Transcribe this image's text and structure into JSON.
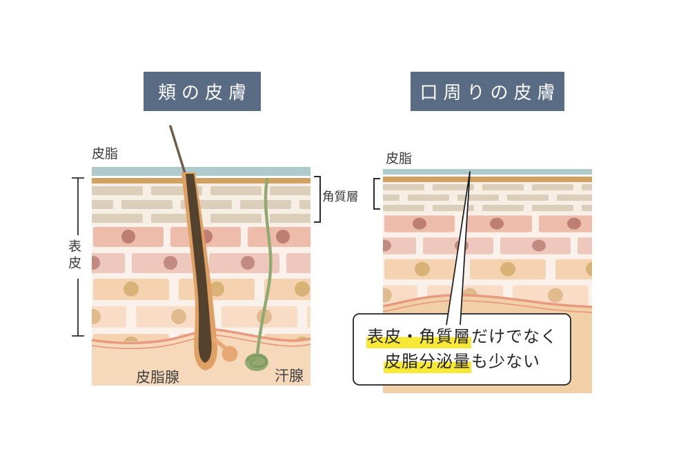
{
  "titles": {
    "left": "頬の皮膚",
    "right": "口周りの皮膚"
  },
  "labels": {
    "sebum_left": "皮脂",
    "sebum_right": "皮脂",
    "stratum_corneum": "角質層",
    "epidermis": "表皮",
    "sebaceous_gland": "皮脂腺",
    "sweat_gland": "汗腺"
  },
  "callout": {
    "line1_highlight": "表皮・角質層",
    "line1_rest": "だけでなく",
    "line2_highlight": "皮脂分泌量",
    "line2_rest": "も少ない"
  },
  "colors": {
    "title_box": "#5a6b84",
    "title_text": "#fbfbfb",
    "sebum_band": "#aecaca",
    "surface_line": "#cfa263",
    "corneum_bg": "#f7efe4",
    "corneum_brick": "#dbceba",
    "row_gap": "#faf2ea",
    "pink_brick_1": "#edbcab",
    "pink_dot_1": "#bd7e73",
    "pink_brick_2": "#eec7bd",
    "pink_dot_2": "#c28b82",
    "peach_brick_1": "#f5d3b1",
    "peach_dot_1": "#d9b277",
    "peach_brick_2": "#f8dcc5",
    "peach_dot_2": "#dfbb8e",
    "basement_line": "#e89a7f",
    "dermis_left": "#f6d9bb",
    "dermis_right": "#f1d0a8",
    "hair": "#6f5c47",
    "follicle_sheath": "#dfa063",
    "follicle_inner": "#53422e",
    "sebaceous_gland": "#e6a973",
    "sweat_green": "#92aa71",
    "sweat_green_dark": "#7e9a5f",
    "bracket": "#2b2b2b",
    "bubble_border": "#222222",
    "highlight": "#f7e737"
  }
}
